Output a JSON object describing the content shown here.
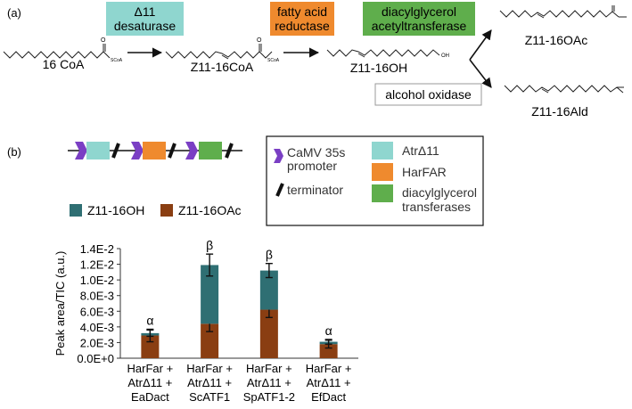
{
  "panel_a": {
    "label": "(a)",
    "enzymes": {
      "desaturase": "Δ11\ndesaturase",
      "reductase": "fatty acid\nreductase",
      "acetyltransferase": "diacylglycerol\nacetyltransferase",
      "oxidase": "alcohol oxidase"
    },
    "compounds": {
      "c16": "16 CoA",
      "z11_16coa": "Z11-16CoA",
      "z11_16oh": "Z11-16OH",
      "z11_16oac": "Z11-16OAc",
      "z11_16ald": "Z11-16Ald"
    },
    "atom_labels": {
      "o": "O",
      "scoa": "SCoA",
      "oh": "OH"
    }
  },
  "panel_b": {
    "label": "(b)",
    "legend": {
      "promoter": "CaMV 35s\npromoter",
      "terminator": "terminator",
      "atr": "AtrΔ11",
      "harfar": "HarFAR",
      "dgat": "diacylglycerol\ntransferases"
    },
    "colors": {
      "promoter": "#7a3fc4",
      "atr": "#8fd6cf",
      "harfar": "#ef8a2e",
      "dgat": "#5fae4c",
      "oh_series": "#2f6f73",
      "oac_series": "#8a3e12"
    }
  },
  "chart_data": {
    "type": "bar",
    "stacked": true,
    "categories": [
      "HarFar +\nAtrΔ11 +\nEaDact",
      "HarFar +\nAtrΔ11 +\nScATF1",
      "HarFar +\nAtrΔ11 +\nSpATF1-2",
      "HarFar +\nAtrΔ11 +\nEfDact"
    ],
    "series": [
      {
        "name": "Z11-16OAc",
        "values": [
          0.0029,
          0.0044,
          0.0062,
          0.0018
        ],
        "error": [
          0.0008,
          0.001,
          0.001,
          0.0005
        ]
      },
      {
        "name": "Z11-16OH",
        "values": [
          0.0003,
          0.0075,
          0.005,
          0.0003
        ],
        "error": [
          0.0004,
          0.0014,
          0.0009,
          0.0003
        ]
      }
    ],
    "significance": [
      "α",
      "β",
      "β",
      "α"
    ],
    "ylabel": "Peak area/TIC (a.u.)",
    "yticks": [
      "0.0E+0",
      "2.0E-3",
      "4.0E-3",
      "6.0E-3",
      "8.0E-3",
      "1.0E-2",
      "1.2E-2",
      "1.4E-2"
    ],
    "ylim": [
      0,
      0.014
    ],
    "legend_position": "top"
  }
}
